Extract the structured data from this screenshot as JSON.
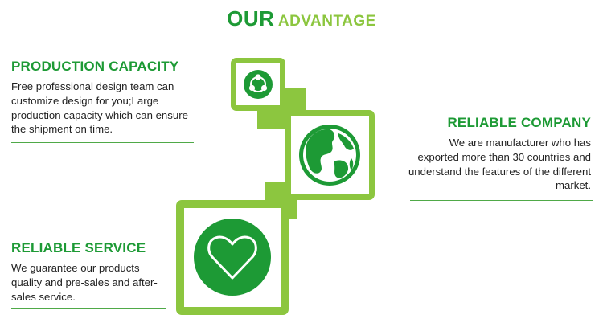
{
  "title": {
    "word1": "OUR",
    "word2": "ADVANTAGE"
  },
  "colors": {
    "dark_green": "#1d9a35",
    "light_green": "#8cc63f",
    "text": "#222222"
  },
  "sections": {
    "production": {
      "heading": "PRODUCTION CAPACITY",
      "body": "Free professional design team can customize design for you;Large production capacity which can ensure the shipment on time.",
      "icon": "share-network-icon"
    },
    "company": {
      "heading": "RELIABLE COMPANY",
      "body": "We are manufacturer who has exported more than 30 countries and understand the features of the different market.",
      "icon": "globe-icon"
    },
    "service": {
      "heading": "RELIABLE SERVICE",
      "body": "We guarantee our products quality and pre-sales and after-sales service.",
      "icon": "heart-icon"
    }
  }
}
